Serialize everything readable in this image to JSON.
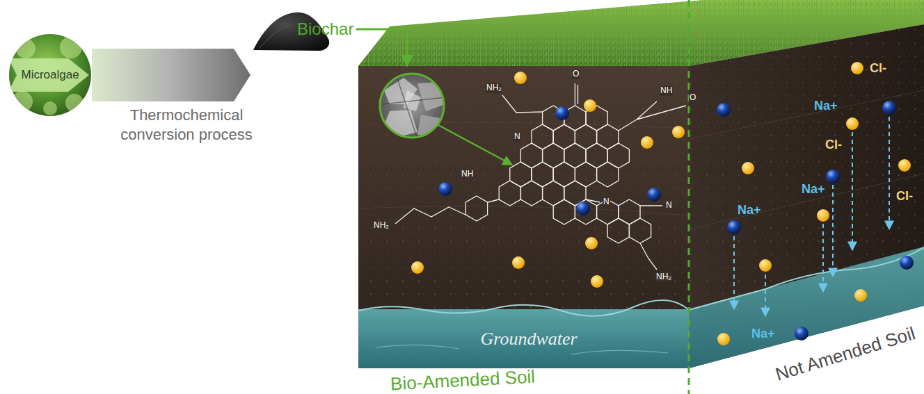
{
  "diagram": {
    "nodes": [
      {
        "text": [
          "Microalgae"
        ]
      },
      {
        "text": [
          "Biochar"
        ]
      },
      {
        "text": [
          "Bio-Amended Soil"
        ]
      },
      {
        "text": [
          "Not Amended Soil"
        ]
      }
    ],
    "edges": [
      {
        "from": 0,
        "to": 1,
        "arrow": "to",
        "label": "Thermochemical conversion process"
      },
      {
        "from": 1,
        "to": 2,
        "arrow": "to"
      }
    ],
    "labels": [
      "NH₂",
      "O",
      "NH",
      "O",
      "N",
      "NH",
      "N",
      "N",
      "NH₂",
      "NH₂",
      "Groundwater",
      "Cl-",
      "Na+",
      "Cl-",
      "Na+",
      "Cl-",
      "Na+",
      "Na+"
    ]
  }
}
